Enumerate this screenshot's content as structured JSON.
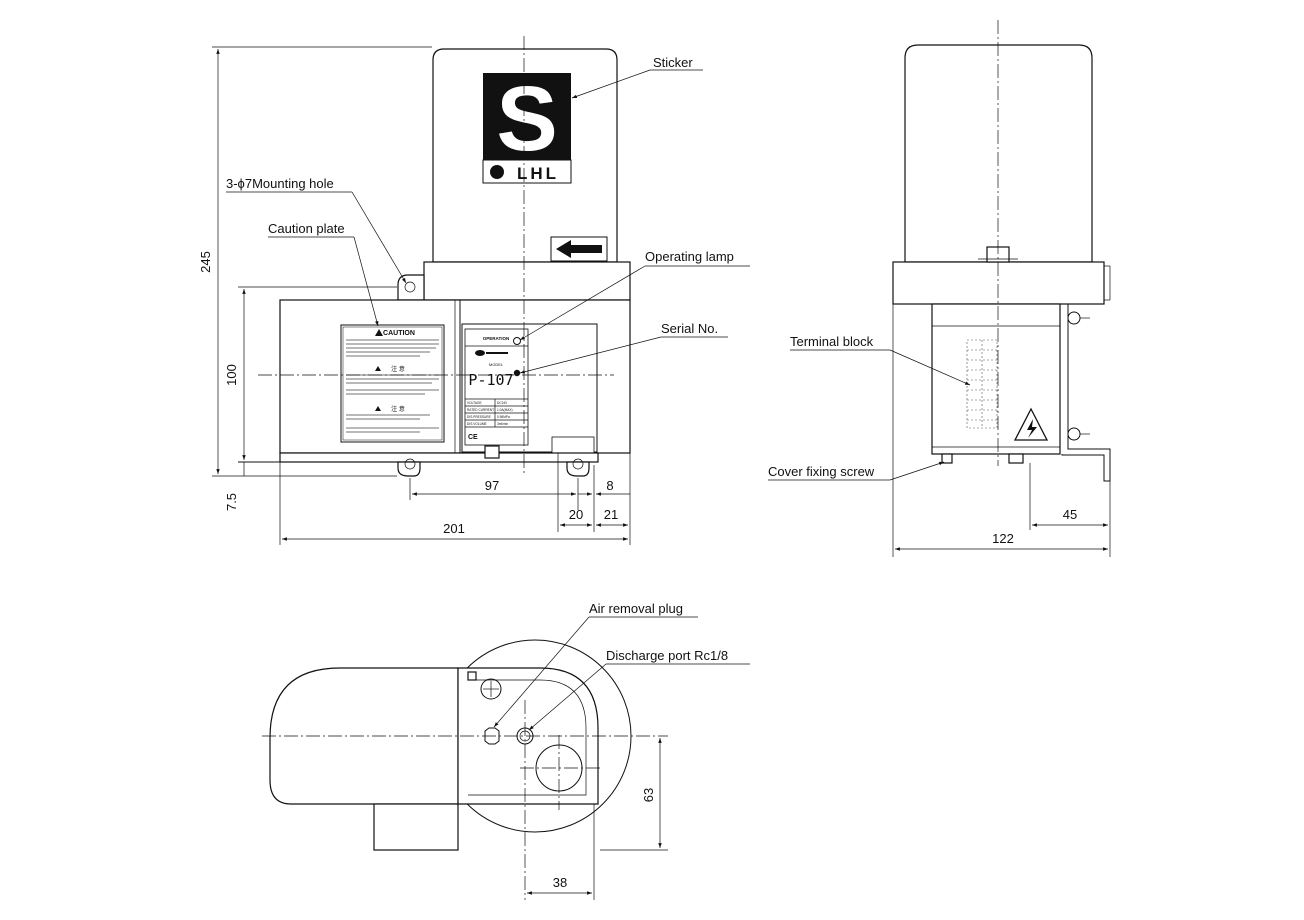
{
  "callouts": {
    "sticker": "Sticker",
    "mounting_hole": "3-ϕ7Mounting hole",
    "caution_plate": "Caution plate",
    "operating_lamp": "Operating lamp",
    "serial_no": "Serial No.",
    "terminal_block": "Terminal block",
    "cover_fixing_screw": "Cover fixing screw",
    "air_removal_plug": "Air removal plug",
    "discharge_port": "Discharge port Rc1/8"
  },
  "dimensions": {
    "height_total": "245",
    "height_body": "100",
    "offset_bottom": "7.5",
    "hole_pitch": "97",
    "hole_offset": "8",
    "edge_20": "20",
    "edge_21": "21",
    "width_total": "201",
    "depth_total": "122",
    "depth_45": "45",
    "port_63": "63",
    "port_38": "38"
  },
  "logo": {
    "letter": "S",
    "brand": "LHL"
  },
  "nameplate": {
    "header": "OPERATION",
    "model_label": "MODEL",
    "model": "P-107",
    "rows": [
      "VOLTAGE",
      "RATED CURRENT",
      "DIS.PRESSURE",
      "DIS.VOLUME"
    ],
    "values": [
      "DC24V",
      "1.0A(MAX)",
      "0.98MPa",
      "3ml/min"
    ],
    "mark": "CE"
  },
  "caution_plate": {
    "title": "CAUTION",
    "subtitle": "注  意"
  }
}
